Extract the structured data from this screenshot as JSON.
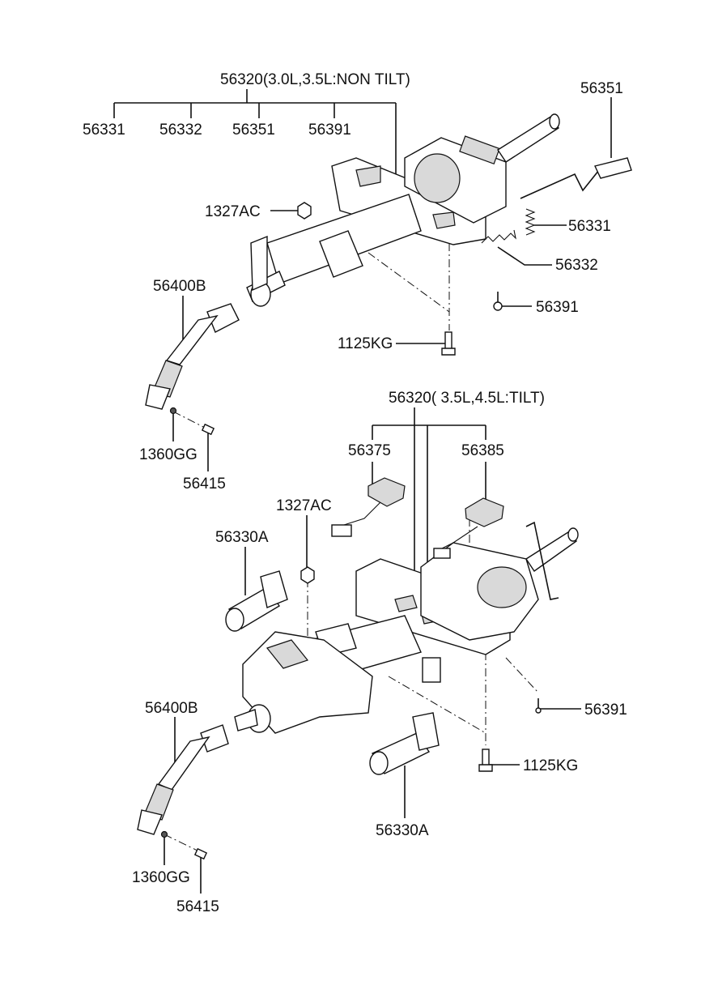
{
  "upper_assembly": {
    "header": "56320(3.0L,3.5L:NON TILT)",
    "sub_parts": [
      "56331",
      "56332",
      "56351",
      "56391"
    ],
    "callouts": {
      "lever": "56351",
      "spring": "56331",
      "coil_spring": "56332",
      "screw": "56391",
      "bolt": "1125KG",
      "nut": "1327AC",
      "joint": "56400B",
      "joint_nut": "1360GG",
      "joint_bolt": "56415"
    }
  },
  "lower_assembly": {
    "header": "56320( 3.5L,4.5L:TILT)",
    "sub_parts": [
      "56375",
      "56385"
    ],
    "callouts": {
      "nut": "1327AC",
      "motor_upper": "56330A",
      "motor_lower": "56330A",
      "screw": "56391",
      "bolt": "1125KG",
      "joint": "56400B",
      "joint_nut": "1360GG",
      "joint_bolt": "56415"
    }
  }
}
